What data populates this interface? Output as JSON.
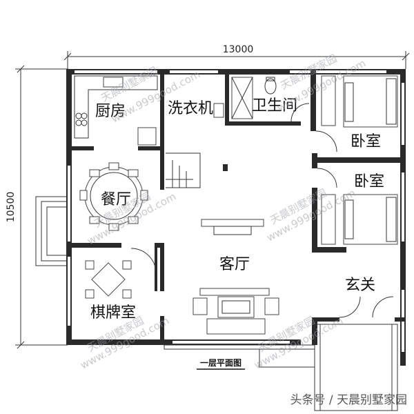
{
  "dimensions": {
    "width": "13000",
    "height": "10500"
  },
  "rooms": {
    "kitchen": "厨房",
    "laundry": "洗衣机",
    "bathroom": "卫生间",
    "bedroom_1": "卧室",
    "bedroom_2": "卧室",
    "dining": "餐厅",
    "living": "客厅",
    "chess_room": "棋牌室",
    "entrance": "玄关"
  },
  "caption": "一层平面图",
  "watermark": {
    "brand": "天晨别墅家园",
    "url": "www.999good.com"
  },
  "footer": "头条号 / 天晨别墅家园",
  "colors": {
    "wall": "#2a2a2a",
    "line": "#333333",
    "watermark": "#9aa0a6"
  }
}
